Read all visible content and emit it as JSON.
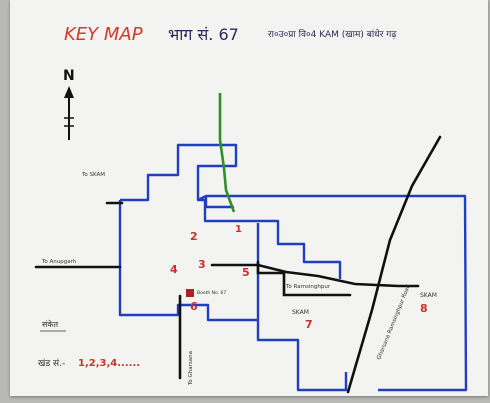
{
  "title": {
    "key_map_label": "KEY MAP",
    "bhag_label": "भाग सं. 67",
    "rest_label": "रा०उ०प्रा वि०4 KAM (खाम) बांधेर गढ़",
    "key_color": "#d23a2b",
    "text_color": "#2b2b5a"
  },
  "north": {
    "label": "N"
  },
  "roads": {
    "blue_color": "#1f3fbf",
    "black_color": "#111111",
    "green_color": "#2f8f2a"
  },
  "places": {
    "to_skam_top": "To SKAM",
    "to_anupgarh": "To Anupgarh",
    "to_ramsinghpur": "To Ramsinghpur",
    "road_label_right": "Gharsana Ramsinghpur Road",
    "skam_right": "SKAM",
    "skam_mid": "SKAM",
    "to_gharsana": "To Gharsana",
    "school_label": "Booth No. 67"
  },
  "sections": [
    {
      "id": "1",
      "label": "1"
    },
    {
      "id": "2",
      "label": "2"
    },
    {
      "id": "3",
      "label": "3"
    },
    {
      "id": "4",
      "label": "4"
    },
    {
      "id": "5",
      "label": "5"
    },
    {
      "id": "6",
      "label": "6"
    },
    {
      "id": "7",
      "label": "7"
    },
    {
      "id": "8",
      "label": "8"
    }
  ],
  "legend": {
    "sanket": "संकेत",
    "khand_prefix": "खंड सं.-",
    "khand_values": "1,2,3,4......"
  }
}
